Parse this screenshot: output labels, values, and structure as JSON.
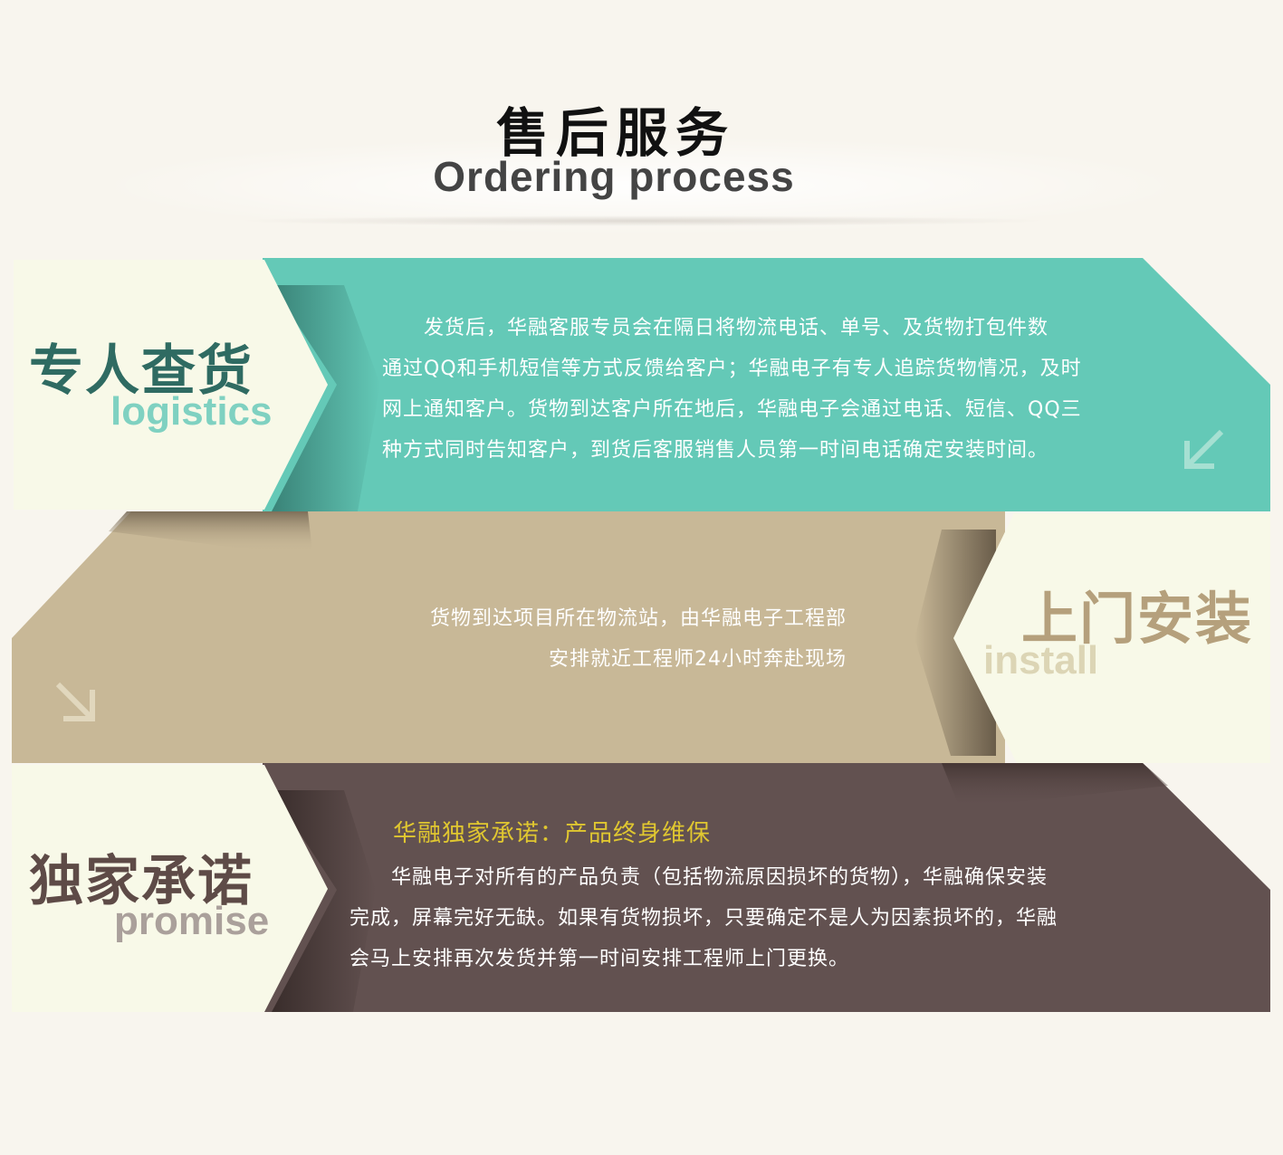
{
  "header": {
    "title_cn": "售后服务",
    "title_en": "Ordering process"
  },
  "sections": [
    {
      "id": "logistics",
      "title_cn": "专人查货",
      "title_en": "logistics",
      "band_color": "#64c9b7",
      "card_color": "#f8f9e8",
      "title_cn_color": "#2f6b62",
      "title_en_color": "#7fd1c1",
      "lines": [
        "　　发货后，华融客服专员会在隔日将物流电话、单号、及货物打包件数",
        "通过QQ和手机短信等方式反馈给客户；华融电子有专人追踪货物情况，及时",
        "网上通知客户。货物到达客户所在地后，华融电子会通过电话、短信、QQ三",
        "种方式同时告知客户，到货后客服销售人员第一时间电话确定安装时间。"
      ],
      "icon": "arrow-down-left-icon"
    },
    {
      "id": "install",
      "title_cn": "上门安装",
      "title_en": "install",
      "band_color": "#c8b897",
      "card_color": "#f8f9e8",
      "title_cn_color": "#b5a07c",
      "title_en_color": "#dcd5b5",
      "lines": [
        "货物到达项目所在物流站，由华融电子工程部",
        "安排就近工程师24小时奔赴现场"
      ],
      "icon": "arrow-down-right-icon"
    },
    {
      "id": "promise",
      "title_cn": "独家承诺",
      "title_en": "promise",
      "band_color": "#625150",
      "card_color": "#f8f9e8",
      "title_cn_color": "#5e4b47",
      "title_en_color": "#aaa09b",
      "highlight": "华融独家承诺：产品终身维保",
      "highlight_color": "#e0c730",
      "lines": [
        "　　华融电子对所有的产品负责（包括物流原因损坏的货物），华融确保安装",
        "完成，屏幕完好无缺。如果有货物损坏，只要确定不是人为因素损坏的，华融",
        "会马上安排再次发货并第一时间安排工程师上门更换。"
      ]
    }
  ]
}
